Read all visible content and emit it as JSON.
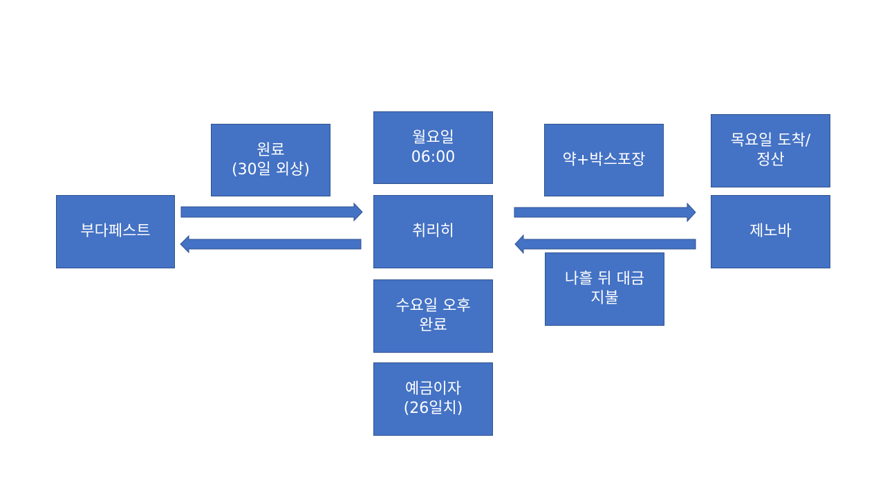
{
  "diagram": {
    "fill_color": "#4472c4",
    "border_color": "#2f528f",
    "text_color": "#ffffff",
    "nodes": {
      "budapest": {
        "line1": "부다페스트"
      },
      "zurich": {
        "line1": "취리히"
      },
      "genoa": {
        "line1": "제노바"
      },
      "raw_material": {
        "line1": "원료",
        "line2": "(30일 외상)"
      },
      "monday": {
        "line1": "월요일",
        "line2": "06:00"
      },
      "wednesday": {
        "line1": "수요일 오후",
        "line2": "완료"
      },
      "interest": {
        "line1": "예금이자",
        "line2": "(26일치)"
      },
      "packaging": {
        "line1": "약+박스포장"
      },
      "thursday": {
        "line1": "목요일 도착/",
        "line2": "정산"
      },
      "payment": {
        "line1": "나흘 뒤 대금",
        "line2": "지불"
      }
    }
  }
}
